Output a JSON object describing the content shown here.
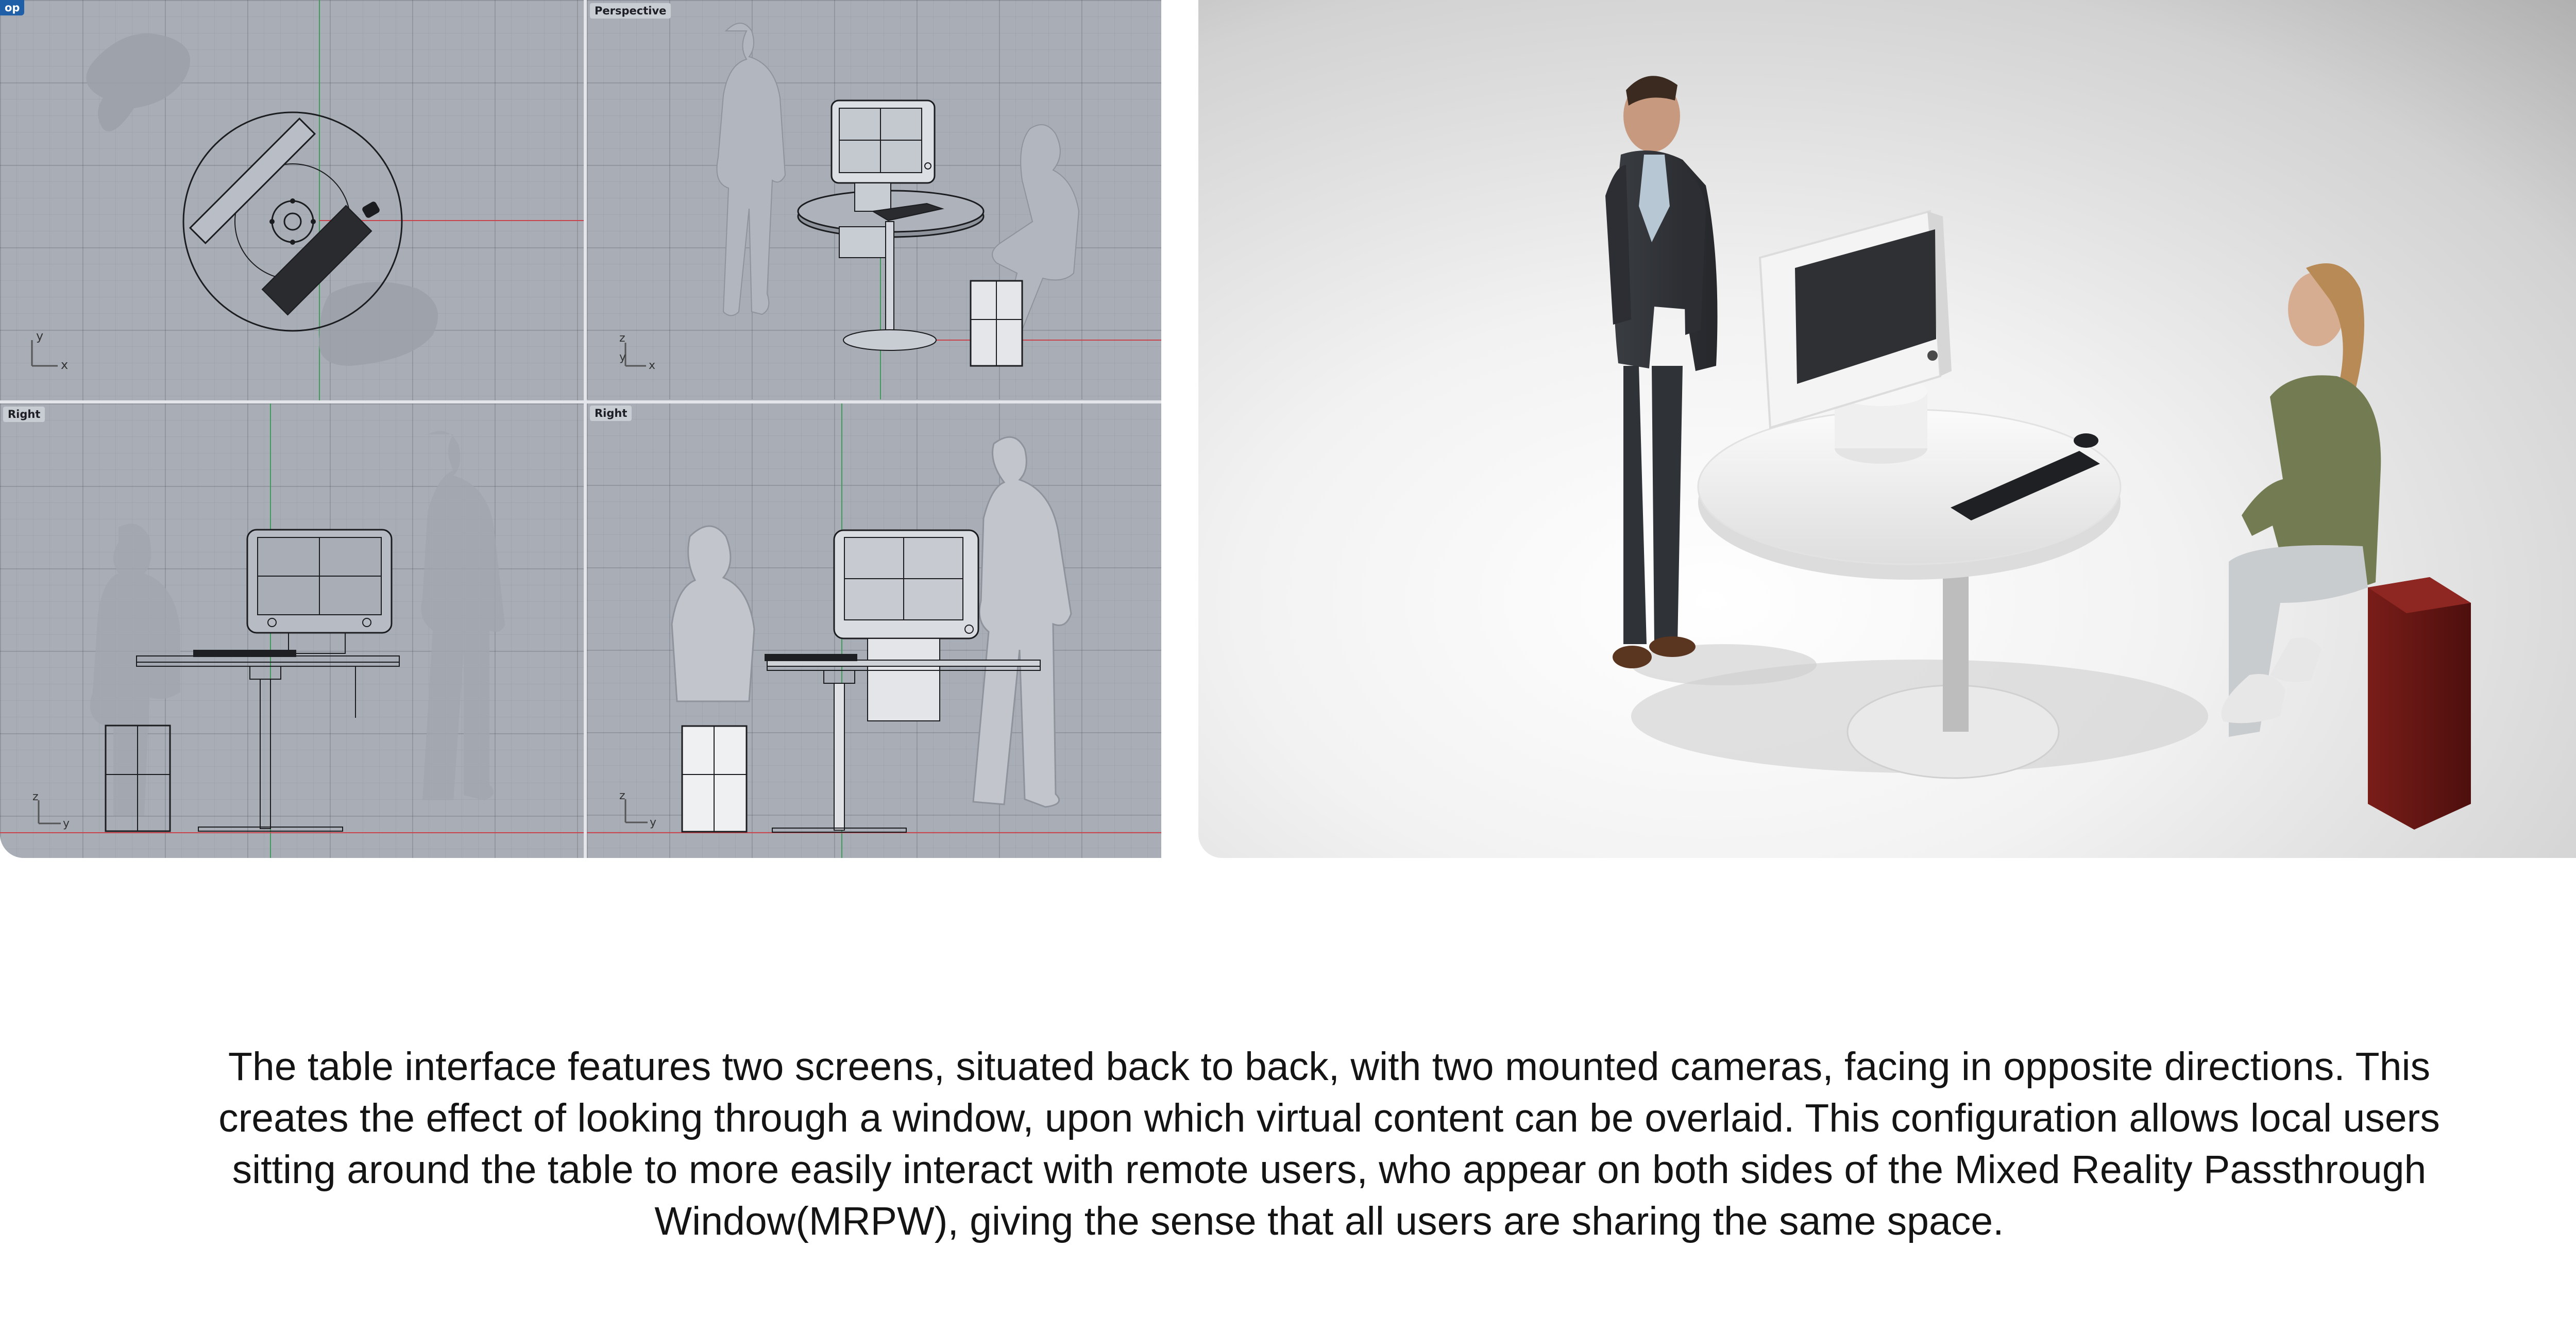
{
  "cad": {
    "viewports": {
      "top_label": "op",
      "perspective_label": "Perspective",
      "right1_label": "Right",
      "right2_label": "Right"
    },
    "axis_labels": {
      "top_y": "y",
      "top_x": "x",
      "persp_z": "z",
      "persp_y": "y",
      "persp_x": "x",
      "right1_z": "z",
      "right1_y": "y",
      "right2_z": "z",
      "right2_y": "y"
    }
  },
  "render": {
    "description_icon": "rendered-scene-people-table-screen"
  },
  "caption": {
    "text": "The table interface features two screens, situated back to back, with two mounted cameras, facing in opposite directions. This creates the effect of looking through a window, upon which virtual content can be overlaid. This configuration allows local users sitting around the table to more easily interact with remote users, who appear on both sides of the Mixed Reality Passthrough Window(MRPW), giving the sense that all users are sharing the same space."
  },
  "colors": {
    "viewport_bg": "#a8adb6",
    "active_label": "#1f5fa8",
    "axis_red": "#c8434b",
    "axis_green": "#3f9a5c",
    "stool_red": "#6b1a17"
  }
}
